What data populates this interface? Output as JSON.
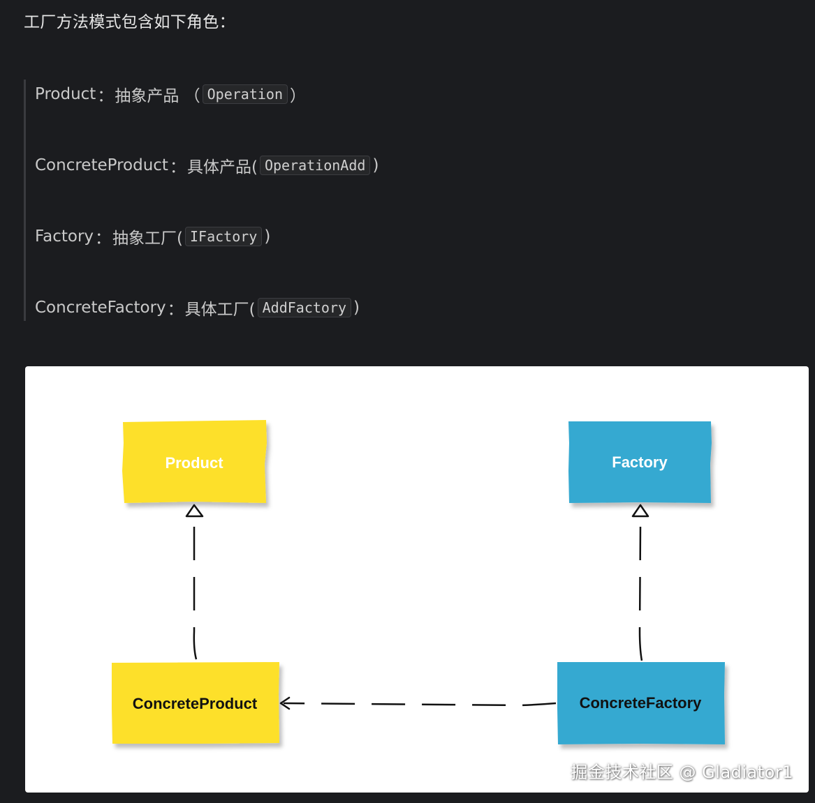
{
  "intro": "工厂方法模式包含如下角色：",
  "roles": [
    {
      "name": "Product",
      "sep": "：",
      "desc": "抽象产品 （",
      "code": "Operation",
      "close": "）"
    },
    {
      "name": "ConcreteProduct",
      "sep": "：",
      "desc": "具体产品(",
      "code": "OperationAdd",
      "close": ")"
    },
    {
      "name": "Factory",
      "sep": "：",
      "desc": "抽象工厂(",
      "code": "IFactory",
      "close": ")"
    },
    {
      "name": "ConcreteFactory",
      "sep": "：",
      "desc": "具体工厂(",
      "code": "AddFactory",
      "close": ")"
    }
  ],
  "diagram": {
    "nodes": {
      "product": {
        "label": "Product",
        "color": "#fde02b",
        "text_color": "#ffffff"
      },
      "factory": {
        "label": "Factory",
        "color": "#35a9d1",
        "text_color": "#ffffff"
      },
      "concrete_product": {
        "label": "ConcreteProduct",
        "color": "#fde02b",
        "text_color": "#111111"
      },
      "concrete_factory": {
        "label": "ConcreteFactory",
        "color": "#35a9d1",
        "text_color": "#111111"
      }
    },
    "edges": [
      {
        "from": "concrete_product",
        "to": "product",
        "type": "realization"
      },
      {
        "from": "concrete_factory",
        "to": "factory",
        "type": "realization"
      },
      {
        "from": "concrete_factory",
        "to": "concrete_product",
        "type": "dependency"
      }
    ]
  },
  "watermark": "掘金技术社区 @ Gladiator1"
}
